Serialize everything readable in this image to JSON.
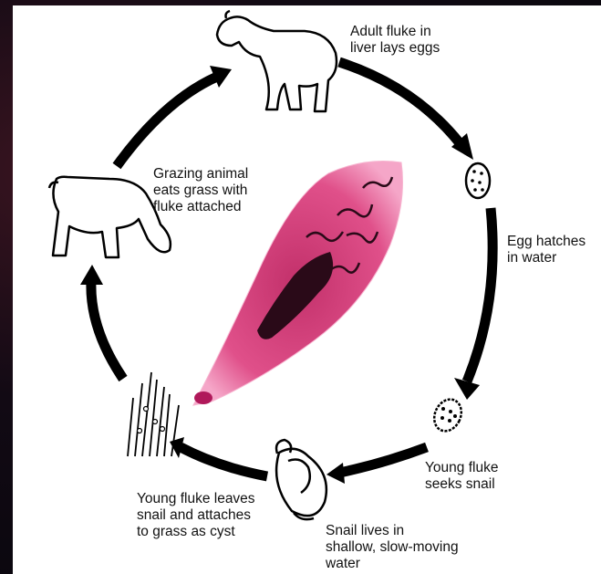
{
  "diagram": {
    "stages": [
      {
        "id": "adult",
        "lines": [
          "Adult fluke in",
          "liver lays eggs"
        ]
      },
      {
        "id": "egg",
        "lines": [
          "Egg hatches",
          "in water"
        ]
      },
      {
        "id": "young",
        "lines": [
          "Young fluke",
          "seeks snail"
        ]
      },
      {
        "id": "snail",
        "lines": [
          "Snail lives in",
          "shallow, slow-moving",
          "water"
        ]
      },
      {
        "id": "cyst",
        "lines": [
          "Young fluke leaves",
          "snail and attaches",
          "to grass as cyst"
        ]
      },
      {
        "id": "grazing",
        "lines": [
          "Grazing animal",
          "eats grass with",
          "fluke attached"
        ]
      }
    ],
    "colors": {
      "background": "#0b0810",
      "panel": "#ffffff",
      "arrow": "#000000",
      "fluke_body": "#e0508a",
      "fluke_organs": "#2a0a18"
    },
    "icons": [
      "sheep-standing-icon",
      "fluke-egg-icon",
      "miracidium-icon",
      "snail-icon",
      "grass-cyst-icon",
      "sheep-grazing-icon",
      "liver-fluke-image"
    ]
  }
}
